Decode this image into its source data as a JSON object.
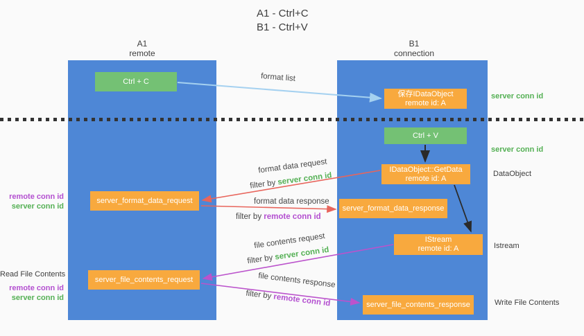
{
  "title": {
    "line1": "A1 - Ctrl+C",
    "line2": "B1 - Ctrl+V"
  },
  "columns": {
    "left": {
      "name": "A1",
      "role": "remote"
    },
    "right": {
      "name": "B1",
      "role": "connection"
    }
  },
  "nodes": {
    "ctrl_c": {
      "label": "Ctrl + C"
    },
    "save_idataobject": {
      "line1": "保存IDataObject",
      "line2": "remote id: A"
    },
    "ctrl_v": {
      "label": "Ctrl + V"
    },
    "getdata": {
      "line1": "IDataObject::GetData",
      "line2": "remote id: A"
    },
    "format_request": {
      "label": "server_format_data_request"
    },
    "format_response": {
      "label": "server_format_data_response"
    },
    "istream": {
      "line1": "IStream",
      "line2": "remote id: A"
    },
    "file_request": {
      "label": "server_file_contents_request"
    },
    "file_response": {
      "label": "server_file_contents_response"
    }
  },
  "edge_labels": {
    "format_list": "format list",
    "format_data_request": "format data request",
    "filter_by_server_1": {
      "prefix": "filter by ",
      "term": "server conn id"
    },
    "format_data_response": "format data response",
    "filter_by_remote_1": {
      "prefix": "filter by ",
      "term": "remote conn id"
    },
    "file_contents_request": "file contents request",
    "filter_by_server_2": {
      "prefix": "filter by ",
      "term": "server conn id"
    },
    "file_contents_response": "file contents response",
    "filter_by_remote_2": {
      "prefix": "filter by ",
      "term": "remote conn id"
    }
  },
  "side_labels": {
    "left": {
      "remote_conn_id_1": "remote conn id",
      "server_conn_id_1": "server conn id",
      "read_file_contents": "Read File Contents",
      "remote_conn_id_2": "remote conn id",
      "server_conn_id_2": "server conn id"
    },
    "right": {
      "server_conn_id_1": "server conn id",
      "server_conn_id_2": "server conn id",
      "data_object": "DataObject",
      "istream": "Istream",
      "write_file_contents": "Write File Contents"
    }
  },
  "colors": {
    "background": "#fafafa",
    "column_blue": "#4e87d6",
    "node_green": "#74c174",
    "node_orange": "#f8a93e",
    "accent_green": "#54b054",
    "accent_purple": "#b34fd0",
    "arrow_red": "#e8655c",
    "arrow_magenta": "#bb53cc",
    "arrow_light_blue": "#a5d1f0",
    "arrow_black": "#2a2a2a",
    "text_dark": "#3d3d3d"
  }
}
